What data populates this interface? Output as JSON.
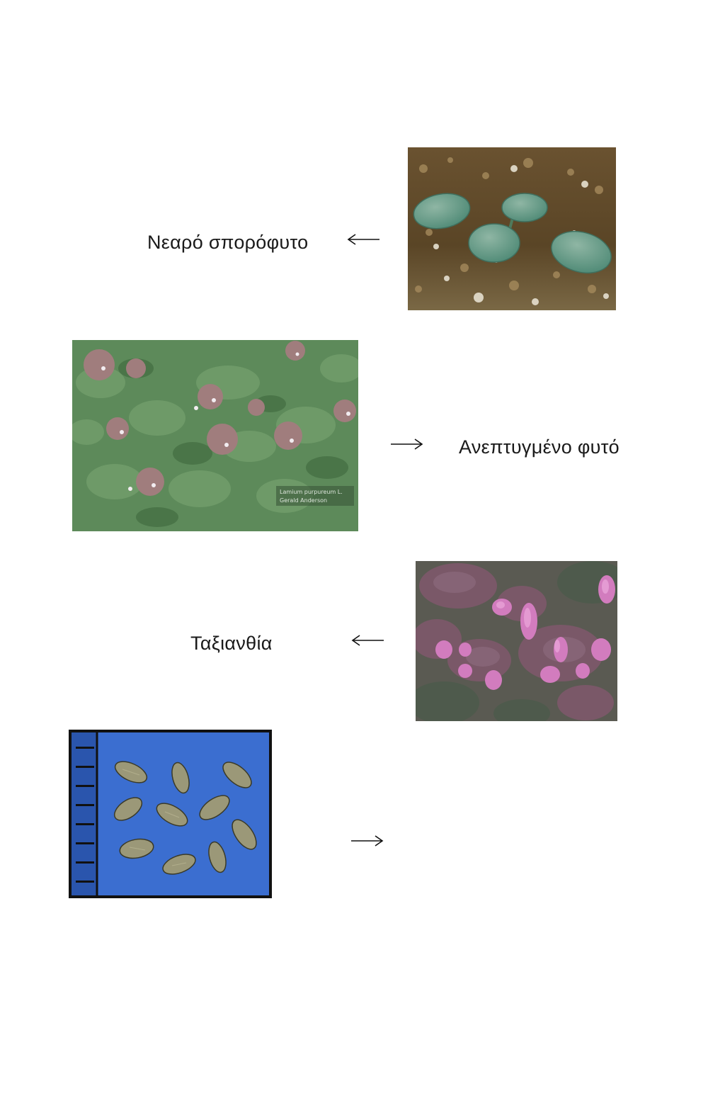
{
  "page": {
    "background": "#ffffff"
  },
  "stages": [
    {
      "label": "Νεαρό σπορόφυτο",
      "arrow": "left",
      "photo": "seedling-photo"
    },
    {
      "label": "Ανεπτυγμένο φυτό",
      "arrow": "right",
      "photo": "mature-plant-photo"
    },
    {
      "label": "Ταξιανθία",
      "arrow": "left",
      "photo": "inflorescence-photo"
    },
    {
      "label": "",
      "arrow": "right",
      "photo": "seeds-photo"
    }
  ],
  "photo_caption_lines": [
    "Lamium purpureum L.",
    "Gerald Anderson"
  ]
}
